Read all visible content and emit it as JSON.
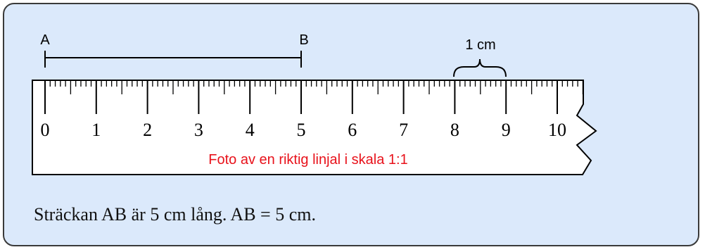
{
  "segment": {
    "start_label": "A",
    "end_label": "B",
    "length_cm": 5
  },
  "brace": {
    "label": "1 cm",
    "from_cm": 8,
    "to_cm": 9
  },
  "ruler": {
    "numbers": [
      "0",
      "1",
      "2",
      "3",
      "4",
      "5",
      "6",
      "7",
      "8",
      "9",
      "10"
    ],
    "note": "Foto av en riktig linjal i skala 1:1",
    "note_color": "#e8121b"
  },
  "caption": "Sträckan AB är 5 cm lång. AB = 5 cm.",
  "colors": {
    "panel_background": "#dbe9fb",
    "ruler_background": "#ffffff",
    "stroke": "#000000"
  }
}
